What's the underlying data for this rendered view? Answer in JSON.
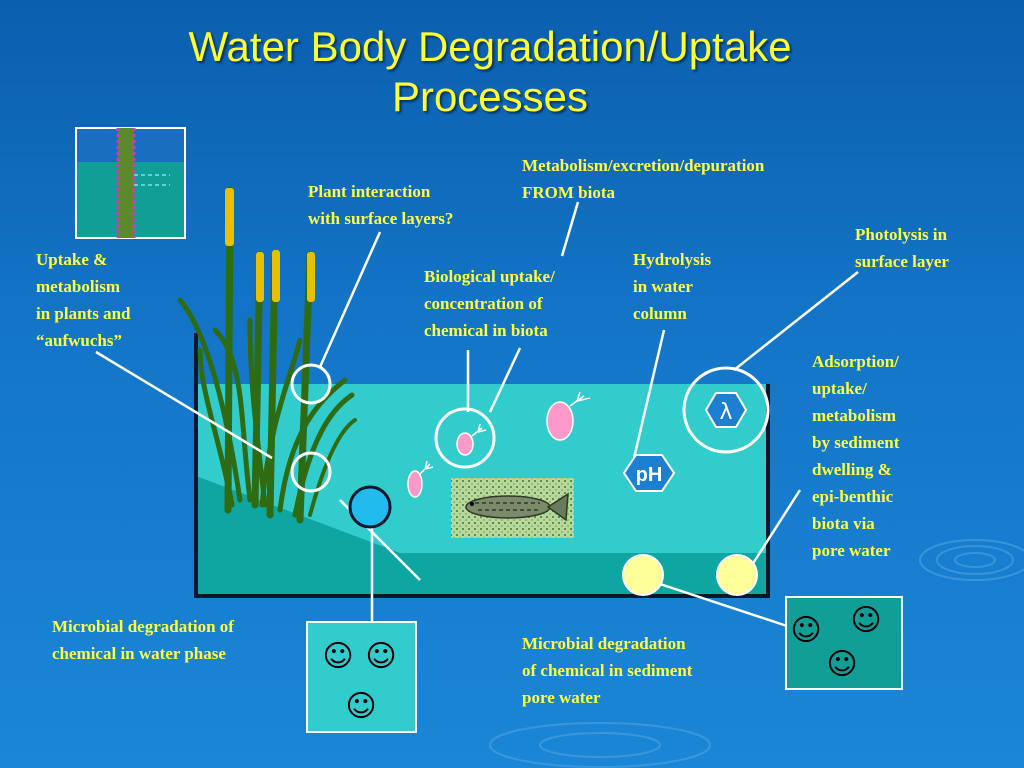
{
  "title_line1": "Water Body Degradation/Uptake",
  "title_line2": "Processes",
  "labels": {
    "uptake_plants": [
      "Uptake &",
      "metabolism",
      "in plants and",
      "“aufwuchs”"
    ],
    "plant_interaction": [
      "Plant interaction",
      "with surface layers?"
    ],
    "metabolism_excretion": [
      "Metabolism/excretion/depuration",
      "FROM biota"
    ],
    "biological_uptake": [
      "Biological uptake/",
      "concentration of",
      "chemical in  biota"
    ],
    "hydrolysis": [
      "Hydrolysis",
      "in water",
      "column"
    ],
    "photolysis": [
      "Photolysis in",
      "surface layer"
    ],
    "adsorption": [
      "Adsorption/",
      "uptake/",
      "metabolism",
      "by sediment",
      "dwelling &",
      "epi-benthic",
      "biota via",
      "pore water"
    ],
    "microbial_water": [
      "Microbial degradation of",
      "chemical in  water phase"
    ],
    "microbial_sediment": [
      "Microbial degradation",
      "of chemical in sediment",
      "pore water"
    ]
  },
  "symbols": {
    "lambda": "λ",
    "ph": "pH",
    "smiley": "☺"
  },
  "colors": {
    "title": "#ffff33",
    "label": "#fffd44",
    "water": "#33cccc",
    "sediment": "#0fa5a0",
    "plant": "#2e6b12",
    "cattail": "#e8c000"
  }
}
